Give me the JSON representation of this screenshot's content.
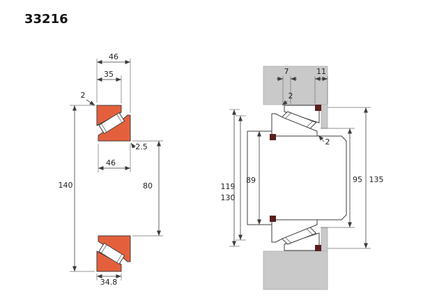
{
  "title": "33216",
  "colors": {
    "ring_orange": "#e4603d",
    "fillet_maroon": "#5a1e1e",
    "housing_gray": "#c9c9c9",
    "outline": "#3c3c3c"
  },
  "left_view": {
    "dims": {
      "total_width": "46",
      "cup_width": "35",
      "outer_ring_chamfer": "2",
      "outer_diameter": "140",
      "bore_diameter": "80",
      "inner_ring_width": "46",
      "inner_ring_chamfer": "2.5",
      "load_center_distance": "34.8"
    }
  },
  "right_view": {
    "dims": {
      "groove_width": "7",
      "shoulder_width": "11",
      "housing_chamfer": "2",
      "shaft_chamfer": "2",
      "shaft_shoulder_diameter": "89",
      "rib_clearance_diameter": "95",
      "shoulder_inner_diameter": "119",
      "shoulder_outer_diameter": "130",
      "housing_rim_diameter": "135"
    }
  }
}
